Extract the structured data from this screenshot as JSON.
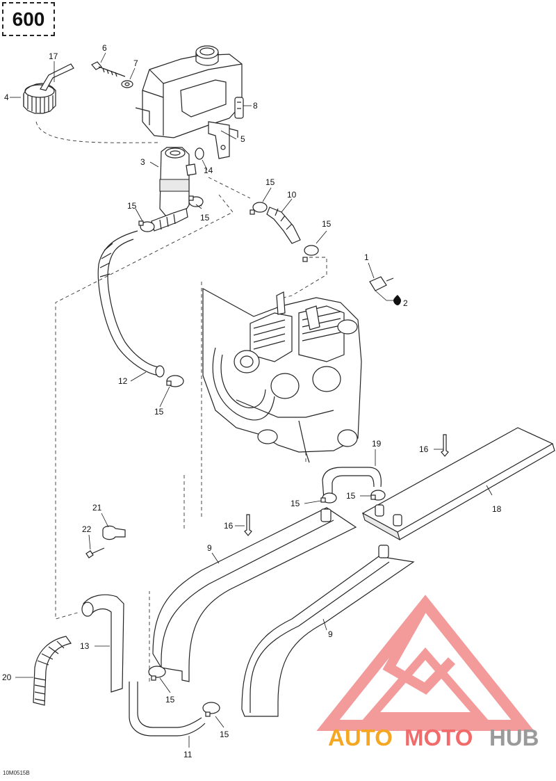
{
  "model_number": "600",
  "drawing_code": "10M0515B",
  "watermark": {
    "word_part1": "AUTO",
    "word_part2": "MOTO",
    "word_part3": "HUB",
    "color_part1": "#f5a623",
    "color_part2": "#f26b6b",
    "color_part3": "#9a9a9a",
    "logo_color": "#f28a8a"
  },
  "callouts": {
    "c1": "1",
    "c2": "2",
    "c3": "3",
    "c4": "4",
    "c5": "5",
    "c6": "6",
    "c7": "7",
    "c8": "8",
    "c9a": "9",
    "c9b": "9",
    "c10": "10",
    "c11": "11",
    "c12": "12",
    "c13": "13",
    "c14": "14",
    "c15a": "15",
    "c15b": "15",
    "c15c": "15",
    "c15d": "15",
    "c15e": "15",
    "c15f": "15",
    "c15g": "15",
    "c15h": "15",
    "c15i": "15",
    "c16a": "16",
    "c16b": "16",
    "c17": "17",
    "c18": "18",
    "c19": "19",
    "c20": "20",
    "c21": "21",
    "c22": "22"
  }
}
